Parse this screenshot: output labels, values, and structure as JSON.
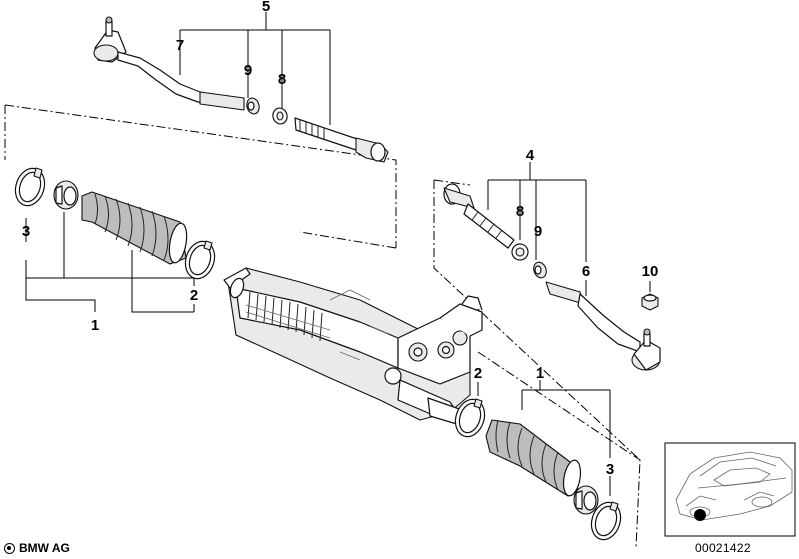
{
  "diagram": {
    "callouts": [
      {
        "id": "c5",
        "label": "5"
      },
      {
        "id": "c7",
        "label": "7"
      },
      {
        "id": "c9a",
        "label": "9"
      },
      {
        "id": "c8a",
        "label": "8"
      },
      {
        "id": "c3a",
        "label": "3"
      },
      {
        "id": "c1a",
        "label": "1"
      },
      {
        "id": "c2a",
        "label": "2"
      },
      {
        "id": "c4",
        "label": "4"
      },
      {
        "id": "c8b",
        "label": "8"
      },
      {
        "id": "c9b",
        "label": "9"
      },
      {
        "id": "c6",
        "label": "6"
      },
      {
        "id": "c10",
        "label": "10"
      },
      {
        "id": "c2b",
        "label": "2"
      },
      {
        "id": "c1b",
        "label": "1"
      },
      {
        "id": "c3b",
        "label": "3"
      }
    ]
  },
  "footer": {
    "brand": "BMW AG",
    "drawing_number": "00021422"
  },
  "colors": {
    "line": "#000000",
    "marker": "#000000",
    "background": "#ffffff"
  }
}
